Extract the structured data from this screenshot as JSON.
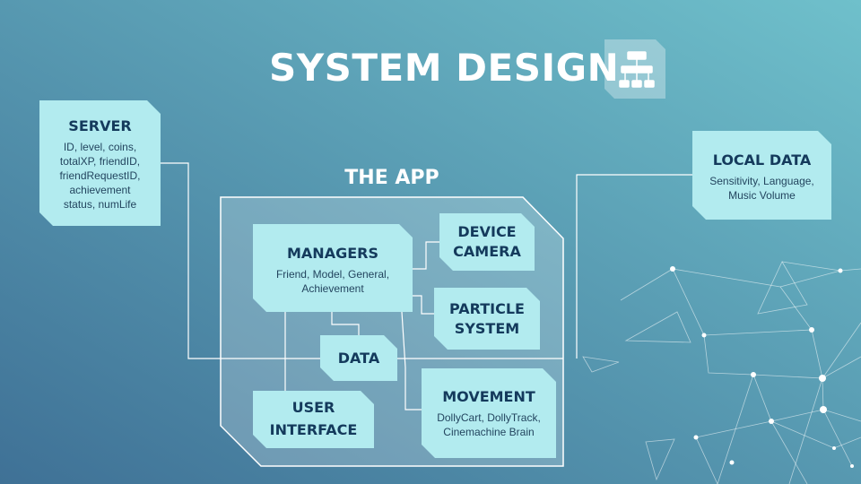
{
  "slide": {
    "title": "SYSTEM DESIGN",
    "app_label": "THE APP",
    "icon": "flowchart-icon"
  },
  "boxes": {
    "server": {
      "title": "SERVER",
      "desc": [
        "ID, level, coins,",
        "totalXP, friendID,",
        "friendRequestID,",
        "achievement",
        "status, numLife"
      ]
    },
    "local": {
      "title": "LOCAL DATA",
      "desc": [
        "Sensitivity, Language,",
        "Music Volume"
      ]
    },
    "managers": {
      "title": "MANAGERS",
      "desc": [
        "Friend, Model, General,",
        "Achievement"
      ]
    },
    "camera": {
      "title": [
        "DEVICE",
        "CAMERA"
      ]
    },
    "particle": {
      "title": [
        "PARTICLE",
        "SYSTEM"
      ]
    },
    "data": {
      "title": "DATA"
    },
    "ui": {
      "title": [
        "USER",
        "INTERFACE"
      ]
    },
    "movement": {
      "title": "MOVEMENT",
      "desc": [
        "DollyCart, DollyTrack,",
        "Cinemachine Brain"
      ]
    }
  },
  "colors": {
    "background_left": "#3f7497",
    "background_right": "#6dbec9",
    "box_fill": "#b2ebef",
    "text_dark": "#143a5c"
  }
}
